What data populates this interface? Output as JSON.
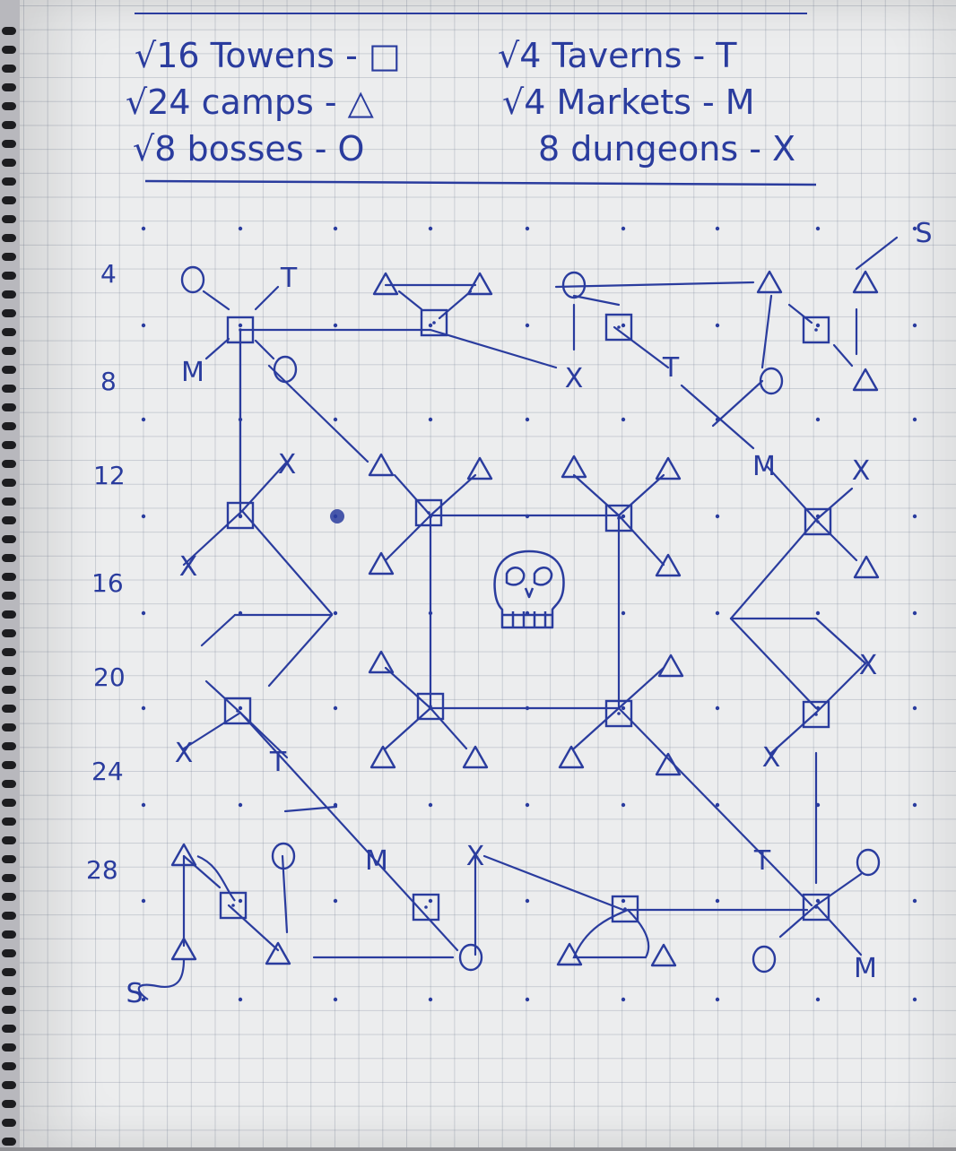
{
  "legend": {
    "left": [
      {
        "text": "√16 Towens - □"
      },
      {
        "text": "√24 camps - △"
      },
      {
        "text": "√8 bosses - O"
      }
    ],
    "right": [
      {
        "text": "√4 Taverns - T"
      },
      {
        "text": "√4 Markets - M"
      },
      {
        "text": "8 dungeons - X"
      }
    ]
  },
  "row_labels": [
    "4",
    "8",
    "12",
    "16",
    "20",
    "24",
    "28"
  ],
  "map_letters": {
    "tavern": "T",
    "market": "M",
    "dungeon": "X",
    "start": "S"
  },
  "counts": {
    "towns": 16,
    "camps": 24,
    "bosses": 8,
    "taverns": 4,
    "markets": 4,
    "dungeons": 8
  },
  "colors": {
    "ink": "#2a3c9e",
    "paper": "#ecedee",
    "grid": "#9aa3b4"
  },
  "center_icon": "skull-icon"
}
